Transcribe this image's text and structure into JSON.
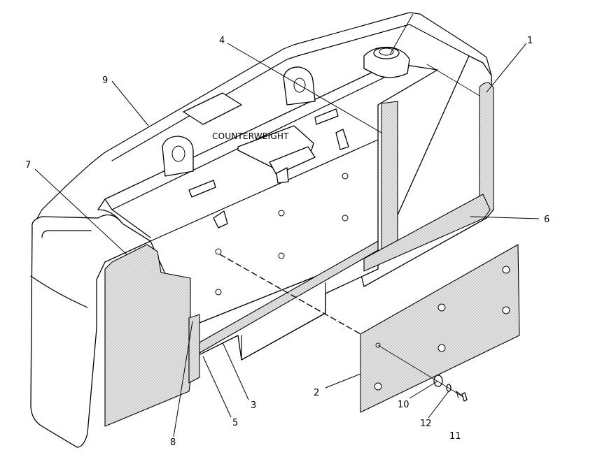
{
  "diagram": {
    "label": "COUNTERWEIGHT",
    "callouts": {
      "c1": "1",
      "c2": "2",
      "c3": "3",
      "c4": "4",
      "c5": "5",
      "c6": "6",
      "c7": "7",
      "c8": "8",
      "c9": "9",
      "c10": "10",
      "c11": "11",
      "c12": "12"
    }
  }
}
